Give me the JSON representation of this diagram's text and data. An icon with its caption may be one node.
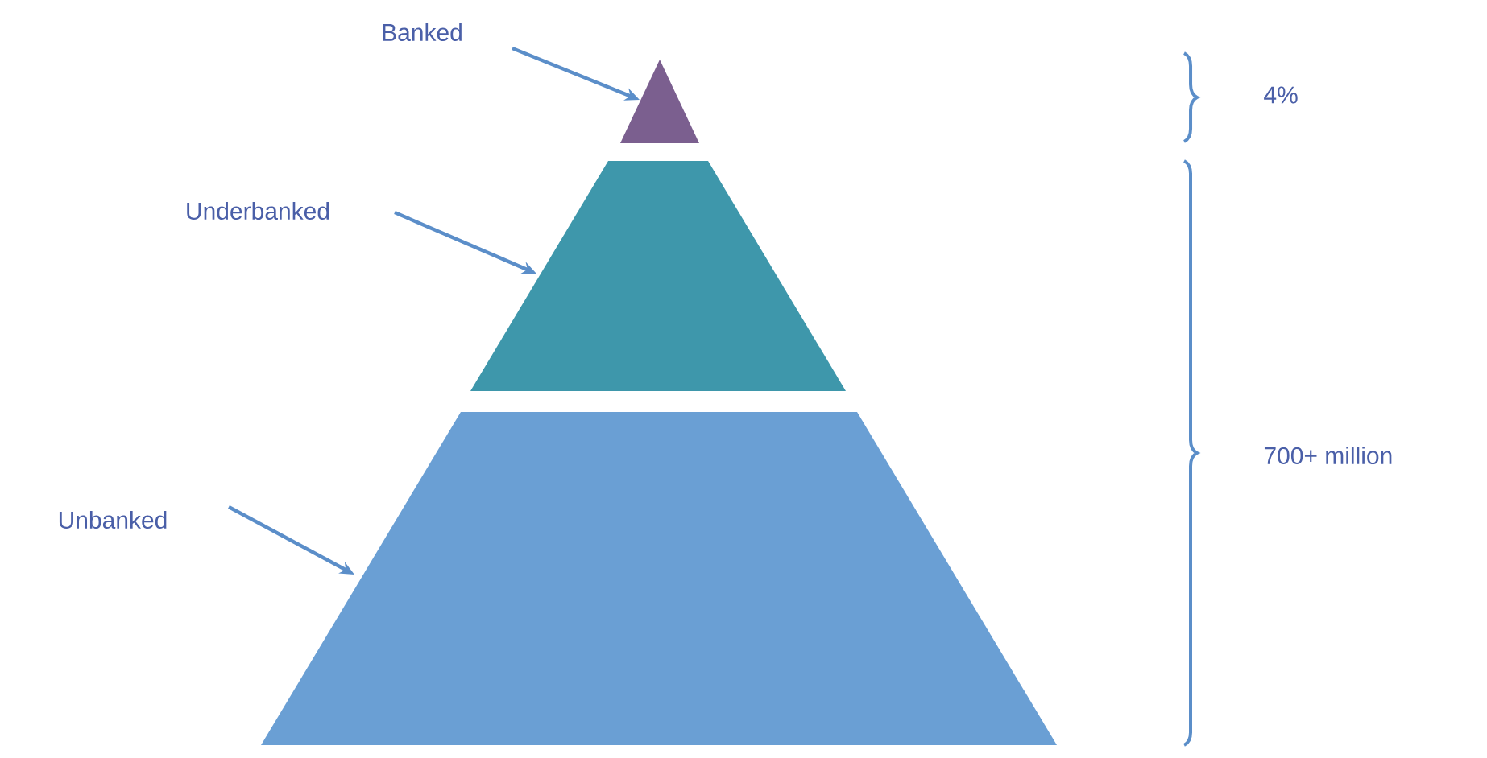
{
  "diagram": {
    "nodes": [
      {
        "text": [
          "Banked"
        ]
      },
      {
        "text": [],
        "shape": "triangle"
      },
      {
        "text": [
          "Underbanked"
        ]
      },
      {
        "text": [],
        "shape": "trapezoid"
      },
      {
        "text": [
          "Unbanked"
        ]
      },
      {
        "text": [],
        "shape": "trapezoid"
      }
    ],
    "edges": [
      {
        "from": 0,
        "to": 1,
        "arrow": "to"
      },
      {
        "from": 2,
        "to": 3,
        "arrow": "to"
      },
      {
        "from": 4,
        "to": 5,
        "arrow": "to"
      }
    ],
    "labels": [
      "4%",
      "700+ million"
    ]
  }
}
